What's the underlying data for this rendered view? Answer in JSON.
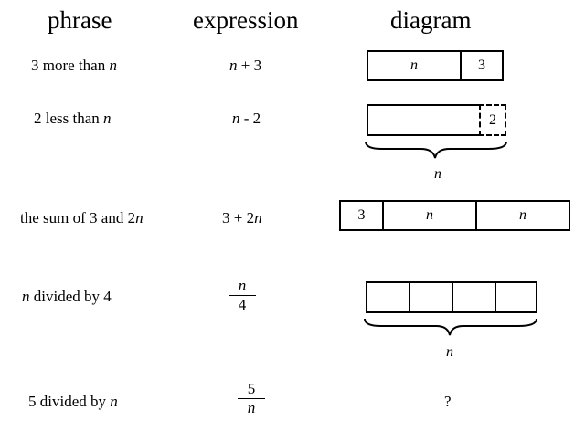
{
  "headers": {
    "phrase": "phrase",
    "expression": "expression",
    "diagram": "diagram"
  },
  "rows": [
    {
      "phrase": [
        "3 more than ",
        "n"
      ],
      "expression": [
        "n",
        " + 3"
      ],
      "diagram": {
        "boxes": [
          "n",
          "3"
        ]
      }
    },
    {
      "phrase": [
        "2 less than ",
        "n"
      ],
      "expression": [
        "n",
        " - 2"
      ],
      "diagram": {
        "boxes": [
          "",
          "2"
        ],
        "brace_label": "n"
      }
    },
    {
      "phrase": [
        "the sum of 3 and 2",
        "n"
      ],
      "expression": [
        "3 + 2",
        "n"
      ],
      "diagram": {
        "boxes": [
          "3",
          "n",
          "n"
        ]
      }
    },
    {
      "phrase": [
        "n",
        " divided by 4"
      ],
      "expression": {
        "numerator": "n",
        "denominator": "4"
      },
      "diagram": {
        "boxes": [
          "",
          "",
          "",
          ""
        ],
        "brace_label": "n"
      }
    },
    {
      "phrase": [
        "5 divided by ",
        "n"
      ],
      "expression": {
        "numerator": "5",
        "denominator": "n"
      },
      "diagram": {
        "placeholder": "?"
      }
    }
  ]
}
